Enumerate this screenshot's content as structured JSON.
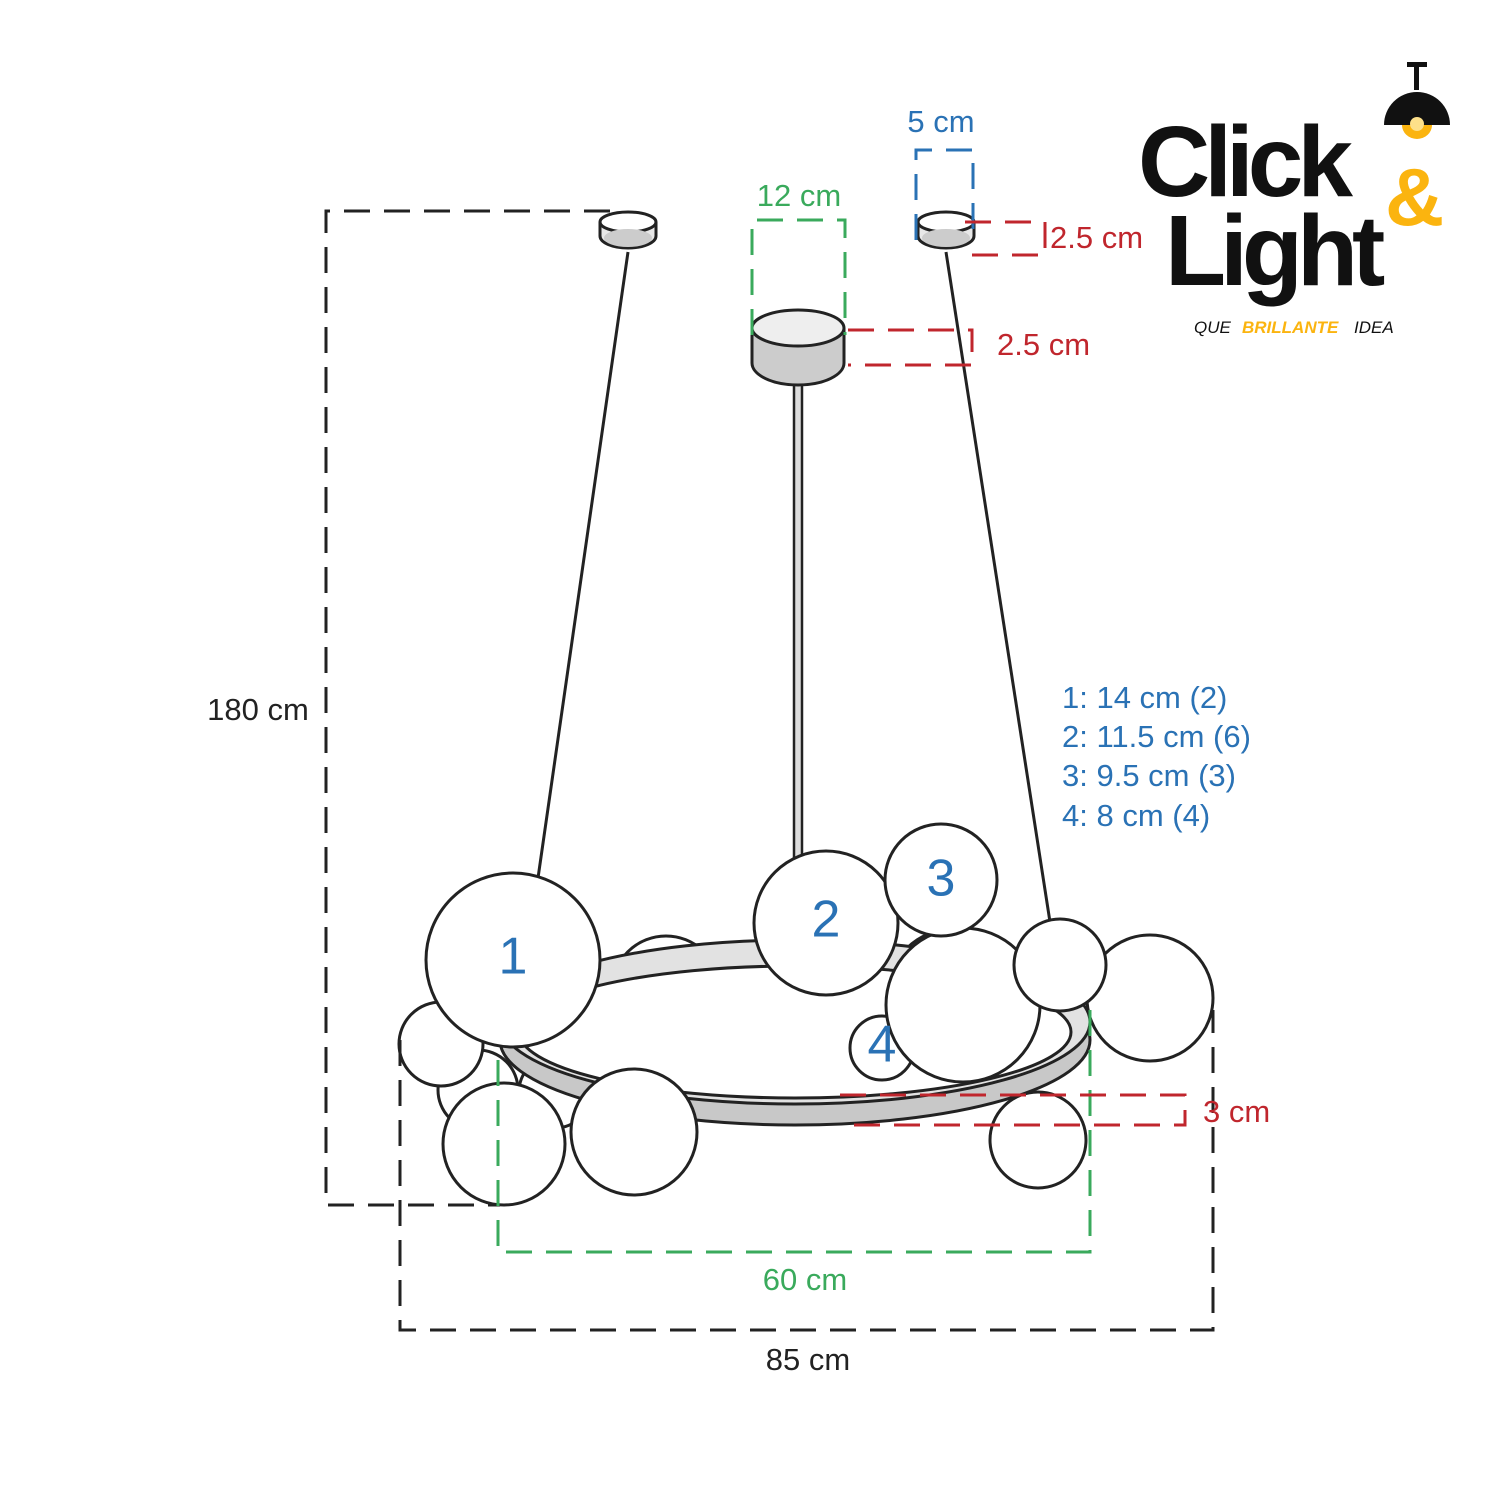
{
  "dimensions": {
    "height": "180 cm",
    "outer_width": "85 cm",
    "ring_width": "60 cm",
    "canopy_center_width": "12 cm",
    "canopy_side_width": "5 cm",
    "canopy_side_height": "2.5 cm",
    "canopy_center_height": "2.5 cm",
    "ring_thickness": "3 cm"
  },
  "globe_labels": [
    "1",
    "2",
    "3",
    "4"
  ],
  "legend": [
    "1: 14 cm (2)",
    "2: 11.5 cm (6)",
    "3: 9.5 cm (3)",
    "4: 8 cm (4)"
  ],
  "logo": {
    "line1": "Click",
    "ampersand": "&",
    "line2": "Light",
    "tagline_pre": "QUE",
    "tagline_mid": "BRILLANTE",
    "tagline_post": "IDEA"
  },
  "colors": {
    "blue": "#2a72b5",
    "green": "#3aaa5c",
    "red": "#c0262d",
    "brand_yellow": "#fbb40f"
  }
}
